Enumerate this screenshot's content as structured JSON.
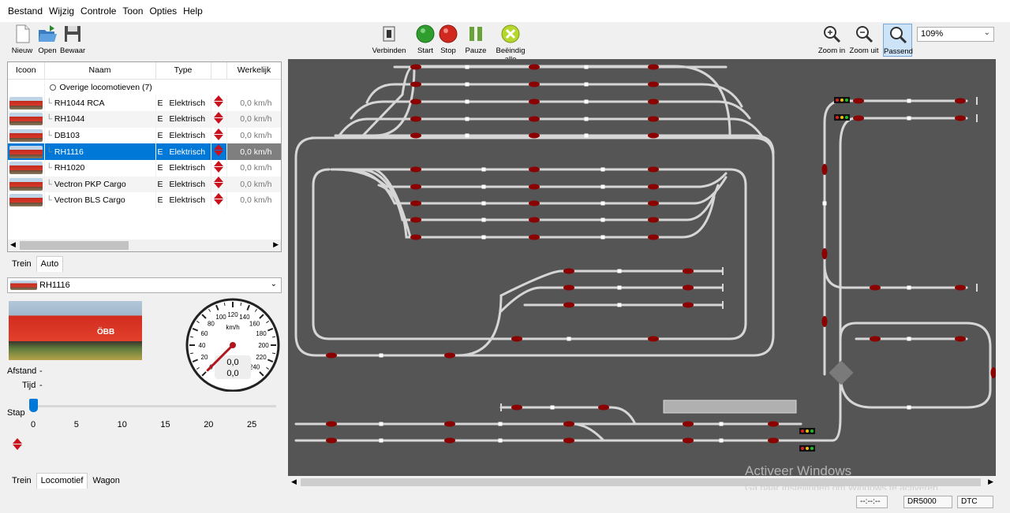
{
  "menu": [
    "Bestand",
    "Wijzig",
    "Controle",
    "Toon",
    "Opties",
    "Help"
  ],
  "toolbar": {
    "new": "Nieuw",
    "open": "Open",
    "save": "Bewaar",
    "connect": "Verbinden",
    "start": "Start",
    "stop": "Stop",
    "pause": "Pauze",
    "end_all": "Beëindig alle",
    "zoom_in": "Zoom in",
    "zoom_out": "Zoom uit",
    "fit": "Passend",
    "zoom_value": "109%"
  },
  "loco_table": {
    "headers": {
      "icon": "Icoon",
      "name": "Naam",
      "type": "Type",
      "actual": "Werkelijk"
    },
    "group": "Overige locomotieven (7)",
    "rows": [
      {
        "name": "RH1044 RCA",
        "type_code": "E",
        "type": "Elektrisch",
        "speed": "0,0 km/h"
      },
      {
        "name": "RH1044",
        "type_code": "E",
        "type": "Elektrisch",
        "speed": "0,0 km/h"
      },
      {
        "name": "DB103",
        "type_code": "E",
        "type": "Elektrisch",
        "speed": "0,0 km/h"
      },
      {
        "name": "RH1116",
        "type_code": "E",
        "type": "Elektrisch",
        "speed": "0,0 km/h"
      },
      {
        "name": "RH1020",
        "type_code": "E",
        "type": "Elektrisch",
        "speed": "0,0 km/h"
      },
      {
        "name": "Vectron PKP Cargo",
        "type_code": "E",
        "type": "Elektrisch",
        "speed": "0,0 km/h"
      },
      {
        "name": "Vectron BLS Cargo",
        "type_code": "E",
        "type": "Elektrisch",
        "speed": "0,0 km/h"
      }
    ]
  },
  "upper_tabs": [
    "Trein",
    "Auto"
  ],
  "selected_loco": "RH1116",
  "photo_text": "ÖBB",
  "speedometer": {
    "unit": "km/h",
    "labels": [
      "0",
      "20",
      "40",
      "60",
      "80",
      "100",
      "120",
      "140",
      "160",
      "180",
      "200",
      "220",
      "240"
    ],
    "value1": "0,0",
    "value2": "0,0",
    "fraction": 0.0
  },
  "details": {
    "distance_label": "Afstand",
    "distance_value": "-",
    "time_label": "Tijd",
    "time_value": "-",
    "step_label": "Stap"
  },
  "slider": {
    "ticks": [
      "0",
      "5",
      "10",
      "15",
      "20",
      "25"
    ],
    "value": 0
  },
  "bottom_tabs": [
    "Trein",
    "Locomotief",
    "Wagon"
  ],
  "status": {
    "clock": "--:--:--",
    "station": "DR5000",
    "protocol": "DTC"
  },
  "watermark": {
    "title": "Activeer Windows",
    "subtitle": "Ga naar Instellingen om Windows te activeren."
  },
  "colors": {
    "accent": "#0078d7",
    "canvas": "#555555",
    "track": "#d6d6d6",
    "block": "#8b0000"
  }
}
